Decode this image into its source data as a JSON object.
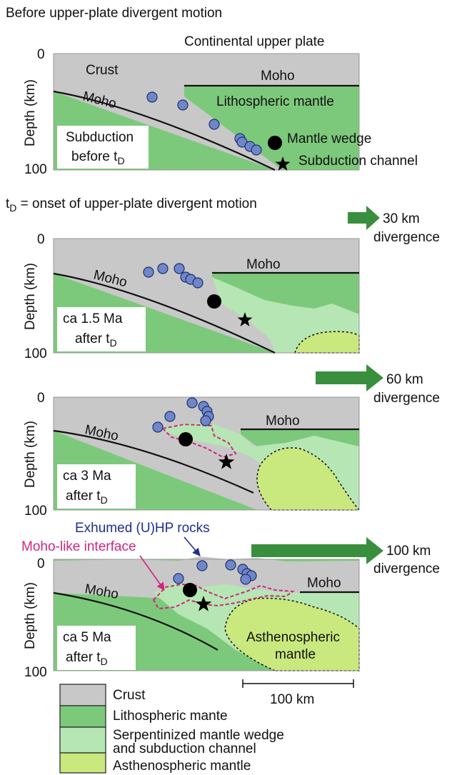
{
  "colors": {
    "crust": "#c8c8c8",
    "lithospheric_mantle": "#7dc97b",
    "serpentinized": "#b6e6b4",
    "asthenosphere": "#c9e87d",
    "hp_rocks": "#6f86c9",
    "moho_like": "#d0267d",
    "arrow": "#3a8f3e",
    "exhumed_label": "#1f2f8f"
  },
  "icons": {
    "mantle_wedge": "black-circle",
    "subduction_channel": "black-star",
    "hp_rock": "blue-circle",
    "divergence": "green-arrow"
  },
  "panel1": {
    "title": "Before upper-plate divergent motion",
    "upper_plate": "Continental upper plate",
    "crust": "Crust",
    "moho_left": "Moho",
    "moho_right": "Moho",
    "lith_mantle": "Lithospheric mantle",
    "box_line1": "Subduction",
    "box_line2": "before t",
    "box_sub": "D",
    "mantle_wedge": "Mantle wedge",
    "subduction_channel": "Subduction channel"
  },
  "onset": {
    "prefix": "t",
    "sub": "D",
    "text": " = onset of upper-plate divergent motion"
  },
  "axis": {
    "label": "Depth (km)",
    "tick_top": "0",
    "tick_bottom": "100"
  },
  "panel2": {
    "moho_left": "Moho",
    "moho_right": "Moho",
    "box_line1": "ca 1.5 Ma",
    "box_line2": "after t",
    "box_sub": "D",
    "arrow_line1": "30 km",
    "arrow_line2": "divergence"
  },
  "panel3": {
    "moho_left": "Moho",
    "moho_right": "Moho",
    "box_line1": "ca 3 Ma",
    "box_line2": "after t",
    "box_sub": "D",
    "arrow_line1": "60 km",
    "arrow_line2": "divergence"
  },
  "panel4": {
    "moho_left": "Moho",
    "moho_right": "Moho",
    "box_line1": "ca 5 Ma",
    "box_line2": "after t",
    "box_sub": "D",
    "arrow_line1": "100 km",
    "arrow_line2": "divergence",
    "asthen1": "Asthenospheric",
    "asthen2": "mantle",
    "exhumed": "Exhumed (U)HP rocks",
    "moho_like": "Moho-like interface"
  },
  "legend": {
    "crust": "Crust",
    "lith": "Lithospheric mante",
    "serp1": "Serpentinized mantle wedge",
    "serp2": "and subduction channel",
    "asthen": "Asthenospheric mantle",
    "scale": "100 km"
  }
}
